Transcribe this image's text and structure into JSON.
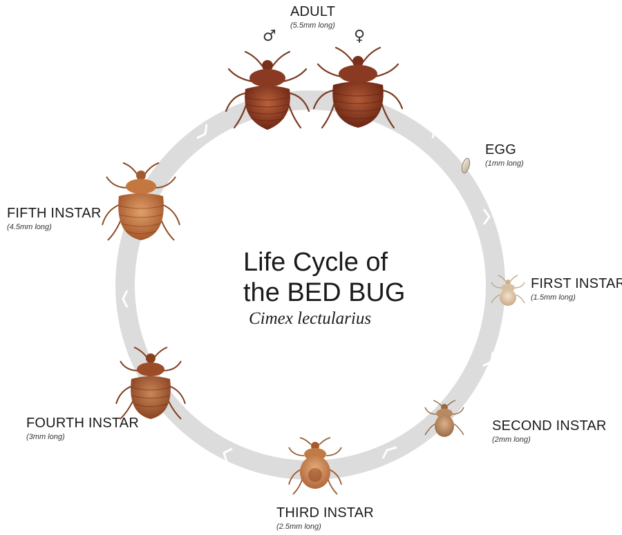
{
  "title_line1": "Life Cycle of",
  "title_line2": "the BED BUG",
  "subtitle": "Cimex lectularius",
  "symbols": {
    "male": "♂",
    "female": "♀"
  },
  "colors": {
    "ring": "#d9d9d9",
    "bug_dark": "#7a2f1c",
    "bug_mid": "#a8502f",
    "bug_light": "#d9b08a",
    "egg": "#e7dcc8"
  },
  "stages": {
    "adult": {
      "name": "ADULT",
      "size": "(5.5mm long)"
    },
    "egg": {
      "name": "EGG",
      "size": "(1mm long)"
    },
    "first": {
      "name": "FIRST INSTAR",
      "size": "(1.5mm long)"
    },
    "second": {
      "name": "SECOND INSTAR",
      "size": "(2mm long)"
    },
    "third": {
      "name": "THIRD INSTAR",
      "size": "(2.5mm long)"
    },
    "fourth": {
      "name": "FOURTH INSTAR",
      "size": "(3mm long)"
    },
    "fifth": {
      "name": "FIFTH INSTAR",
      "size": "(4.5mm long)"
    }
  }
}
